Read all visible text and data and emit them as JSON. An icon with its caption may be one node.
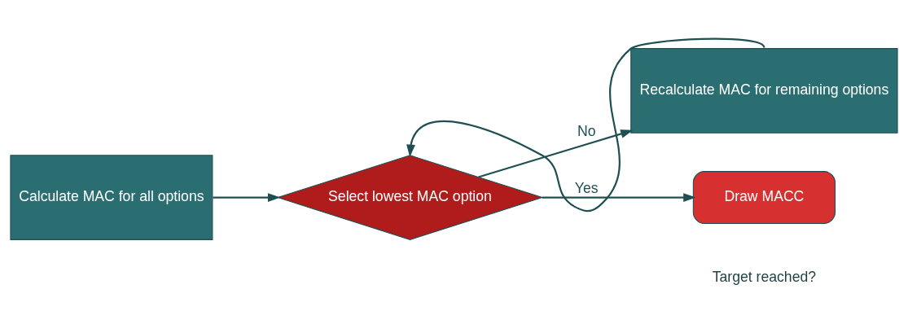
{
  "diagram": {
    "nodes": [
      {
        "text": [
          "Calculate MAC for all options"
        ]
      },
      {
        "text": [
          "Select lowest MAC option"
        ]
      },
      {
        "text": [
          "Recalculate MAC for remaining options"
        ]
      },
      {
        "text": [
          "Draw MACC"
        ]
      }
    ],
    "edges": [
      {
        "from": 0,
        "to": 1,
        "arrow": "to"
      },
      {
        "from": 1,
        "to": 2,
        "arrow": "to",
        "label": "No"
      },
      {
        "from": 2,
        "to": 1,
        "arrow": "to"
      },
      {
        "from": 1,
        "to": 3,
        "arrow": "to",
        "label": "Yes"
      }
    ],
    "labels": [
      "Target reached?"
    ]
  }
}
